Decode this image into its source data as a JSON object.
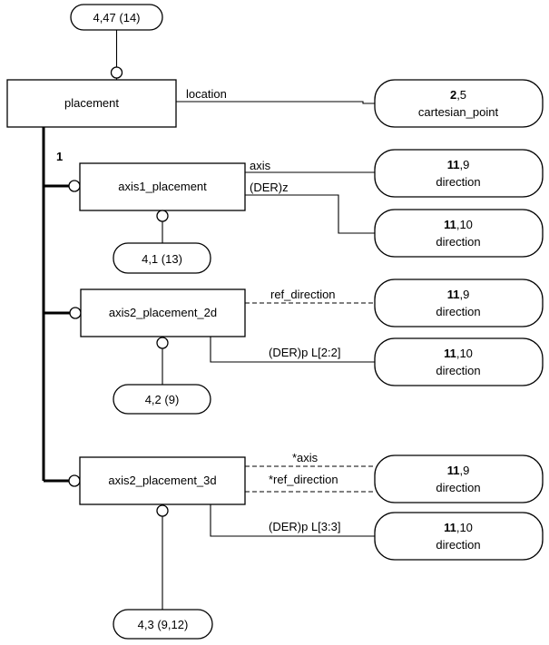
{
  "top_ref": "4,47 (14)",
  "placement": {
    "name": "placement",
    "location_label": "location",
    "location_target": {
      "num_bold": "2",
      "num_rest": ",5",
      "type": "cartesian_point"
    }
  },
  "subtype_count": "1",
  "axis1": {
    "name": "axis1_placement",
    "ref": "4,1 (13)",
    "attr1": "axis",
    "attr1_target": {
      "num_bold": "11",
      "num_rest": ",9",
      "type": "direction"
    },
    "attr2": "(DER)z",
    "attr2_target": {
      "num_bold": "11",
      "num_rest": ",10",
      "type": "direction"
    }
  },
  "axis2_2d": {
    "name": "axis2_placement_2d",
    "ref": "4,2 (9)",
    "attr1": "ref_direction",
    "attr1_target": {
      "num_bold": "11",
      "num_rest": ",9",
      "type": "direction"
    },
    "attr2": "(DER)p L[2:2]",
    "attr2_target": {
      "num_bold": "11",
      "num_rest": ",10",
      "type": "direction"
    }
  },
  "axis2_3d": {
    "name": "axis2_placement_3d",
    "ref": "4,3 (9,12)",
    "attr1": "*axis",
    "attr1b": "*ref_direction",
    "attr1_target": {
      "num_bold": "11",
      "num_rest": ",9",
      "type": "direction"
    },
    "attr2": "(DER)p L[3:3]",
    "attr2_target": {
      "num_bold": "11",
      "num_rest": ",10",
      "type": "direction"
    }
  }
}
